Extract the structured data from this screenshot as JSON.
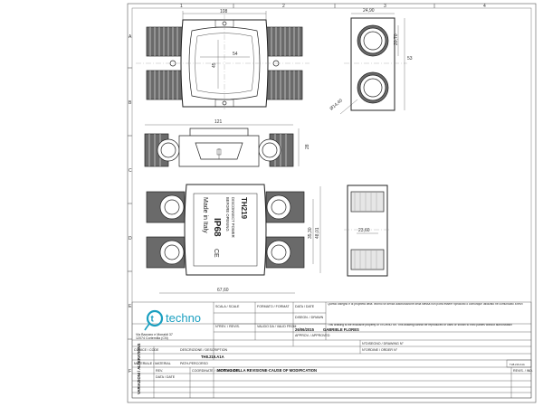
{
  "sheet": {
    "top_grid": [
      "1",
      "2",
      "3",
      "4"
    ],
    "left_grid": [
      "A",
      "B",
      "C",
      "D",
      "E",
      "F"
    ]
  },
  "dimensions": {
    "top_width": "108",
    "top_inner_width": "54",
    "top_height": "45",
    "side_d1": "24,90",
    "side_d2": "20,70",
    "side_total": "53",
    "side_dia": "Ø14,40",
    "front_width": "121",
    "front_height": "28",
    "bottom_width": "67,60",
    "bottom_h1": "35,30",
    "bottom_h2": "48,01",
    "end_width": "23,60"
  },
  "product_markings": {
    "model": "TH219",
    "warning_1": "DISCONNECT POWER",
    "warning_2": "BEFORE OPENING",
    "rating": "IP68",
    "origin": "Made in Italy",
    "ce": "CE"
  },
  "title_block": {
    "company": "techno",
    "notice_it": "Questo disegno è di proprietà della Techno srl senza autorizzazione della stessa non potrà essere riprodotto o comunque utilizzato né comunicato a terzi",
    "notice_en": "This drawing is the exclusive property of TECHNO Srl. This drawing cannot be reproduced or used or shown to third parties without authorization",
    "address_1": "Via Bazzaro e Monaldi 37",
    "address_2": "12074 Cortemilia (CN)",
    "scale_label": "SCALA / SCALE",
    "format_label": "FORMATO / FORMAT",
    "date_label": "DATA / DATE",
    "drawn_label": "DISEGN. / DRAWN",
    "rev_label": "N°REV. / REVIS.",
    "valid_label": "VALIDO DA / VALID FROM",
    "approved_label": "APPROV. / APPROVED",
    "date": "26/06/2015",
    "author": "GABRIELE FLORES",
    "code_label": "CODICE / CODE",
    "description_label": "DESCRIZIONE / DESCRIPTION",
    "order_label": "N°ORDINE / ORDER N°",
    "drawing_no_label": "N°DISEGNO / DRAWING N°",
    "drawing_no": "TH8.219.A1A",
    "material_label": "MATERIALE / MATERIAL",
    "path_label": "PATH-PERCORSO",
    "file_ref": "TH8.219.A1A",
    "variations_label": "VARIAZIONI / ALTERATIONS",
    "rev_col": "REV.",
    "rev_date_col": "DATA / DATE",
    "coord_col": "COORDINATE / COORDINATES",
    "reason_col": "MOTIVO DELLA REVISIONE-CAUSE OF MODIFICATION",
    "rev_ind_col": "REVIS. / IND."
  }
}
